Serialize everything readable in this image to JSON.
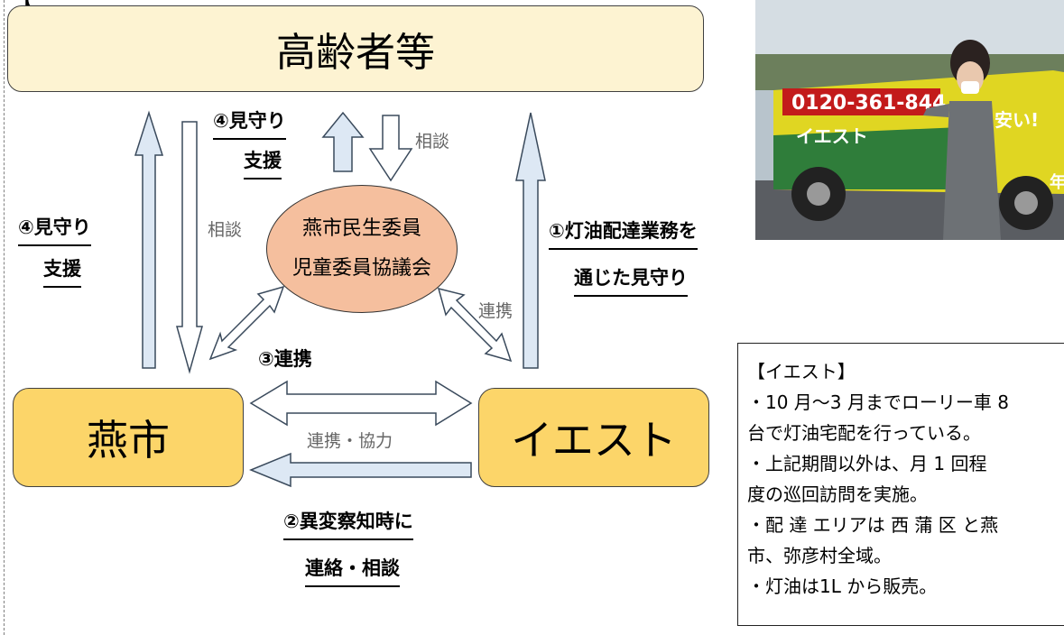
{
  "nodes": {
    "elders": "高齢者等",
    "city": "燕市",
    "company": "イエスト",
    "council_line1": "燕市民生委員",
    "council_line2": "児童委員協議会"
  },
  "labels": {
    "watch_support_top_1": "④見守り",
    "watch_support_top_2": "支援",
    "watch_support_left_1": "④見守り",
    "watch_support_left_2": "支援",
    "kerosene_1": "①灯油配達業務を",
    "kerosene_2": "通じた見守り",
    "cooperation": "③連携",
    "anomaly_1": "②異変察知時に",
    "anomaly_2": "連絡・相談",
    "consult_top": "相談",
    "consult_left": "相談",
    "link_right": "連携",
    "link_cooperate": "連携・協力"
  },
  "photo": {
    "phone": "0120-361-844",
    "truck_brand": "イエスト",
    "truck_slogan": "安い!",
    "truck_year": "年"
  },
  "info": {
    "title": "【イエスト】",
    "lines": [
      "・10 月～3 月までローリー車 8",
      "台で灯油宅配を行っている。",
      "・上記期間以外は、月 1 回程",
      "度の巡回訪問を実施。",
      "・配 達 エリアは 西 蒲 区 と燕",
      "市、弥彦村全域。",
      "・灯油は1L から販売。"
    ]
  },
  "colors": {
    "elders_fill": "#fdf3d2",
    "node_fill": "#fcd569",
    "council_fill": "#f5bf9e",
    "arrow_fill": "#dde8f4",
    "arrow_stroke": "#3a4a5c"
  }
}
